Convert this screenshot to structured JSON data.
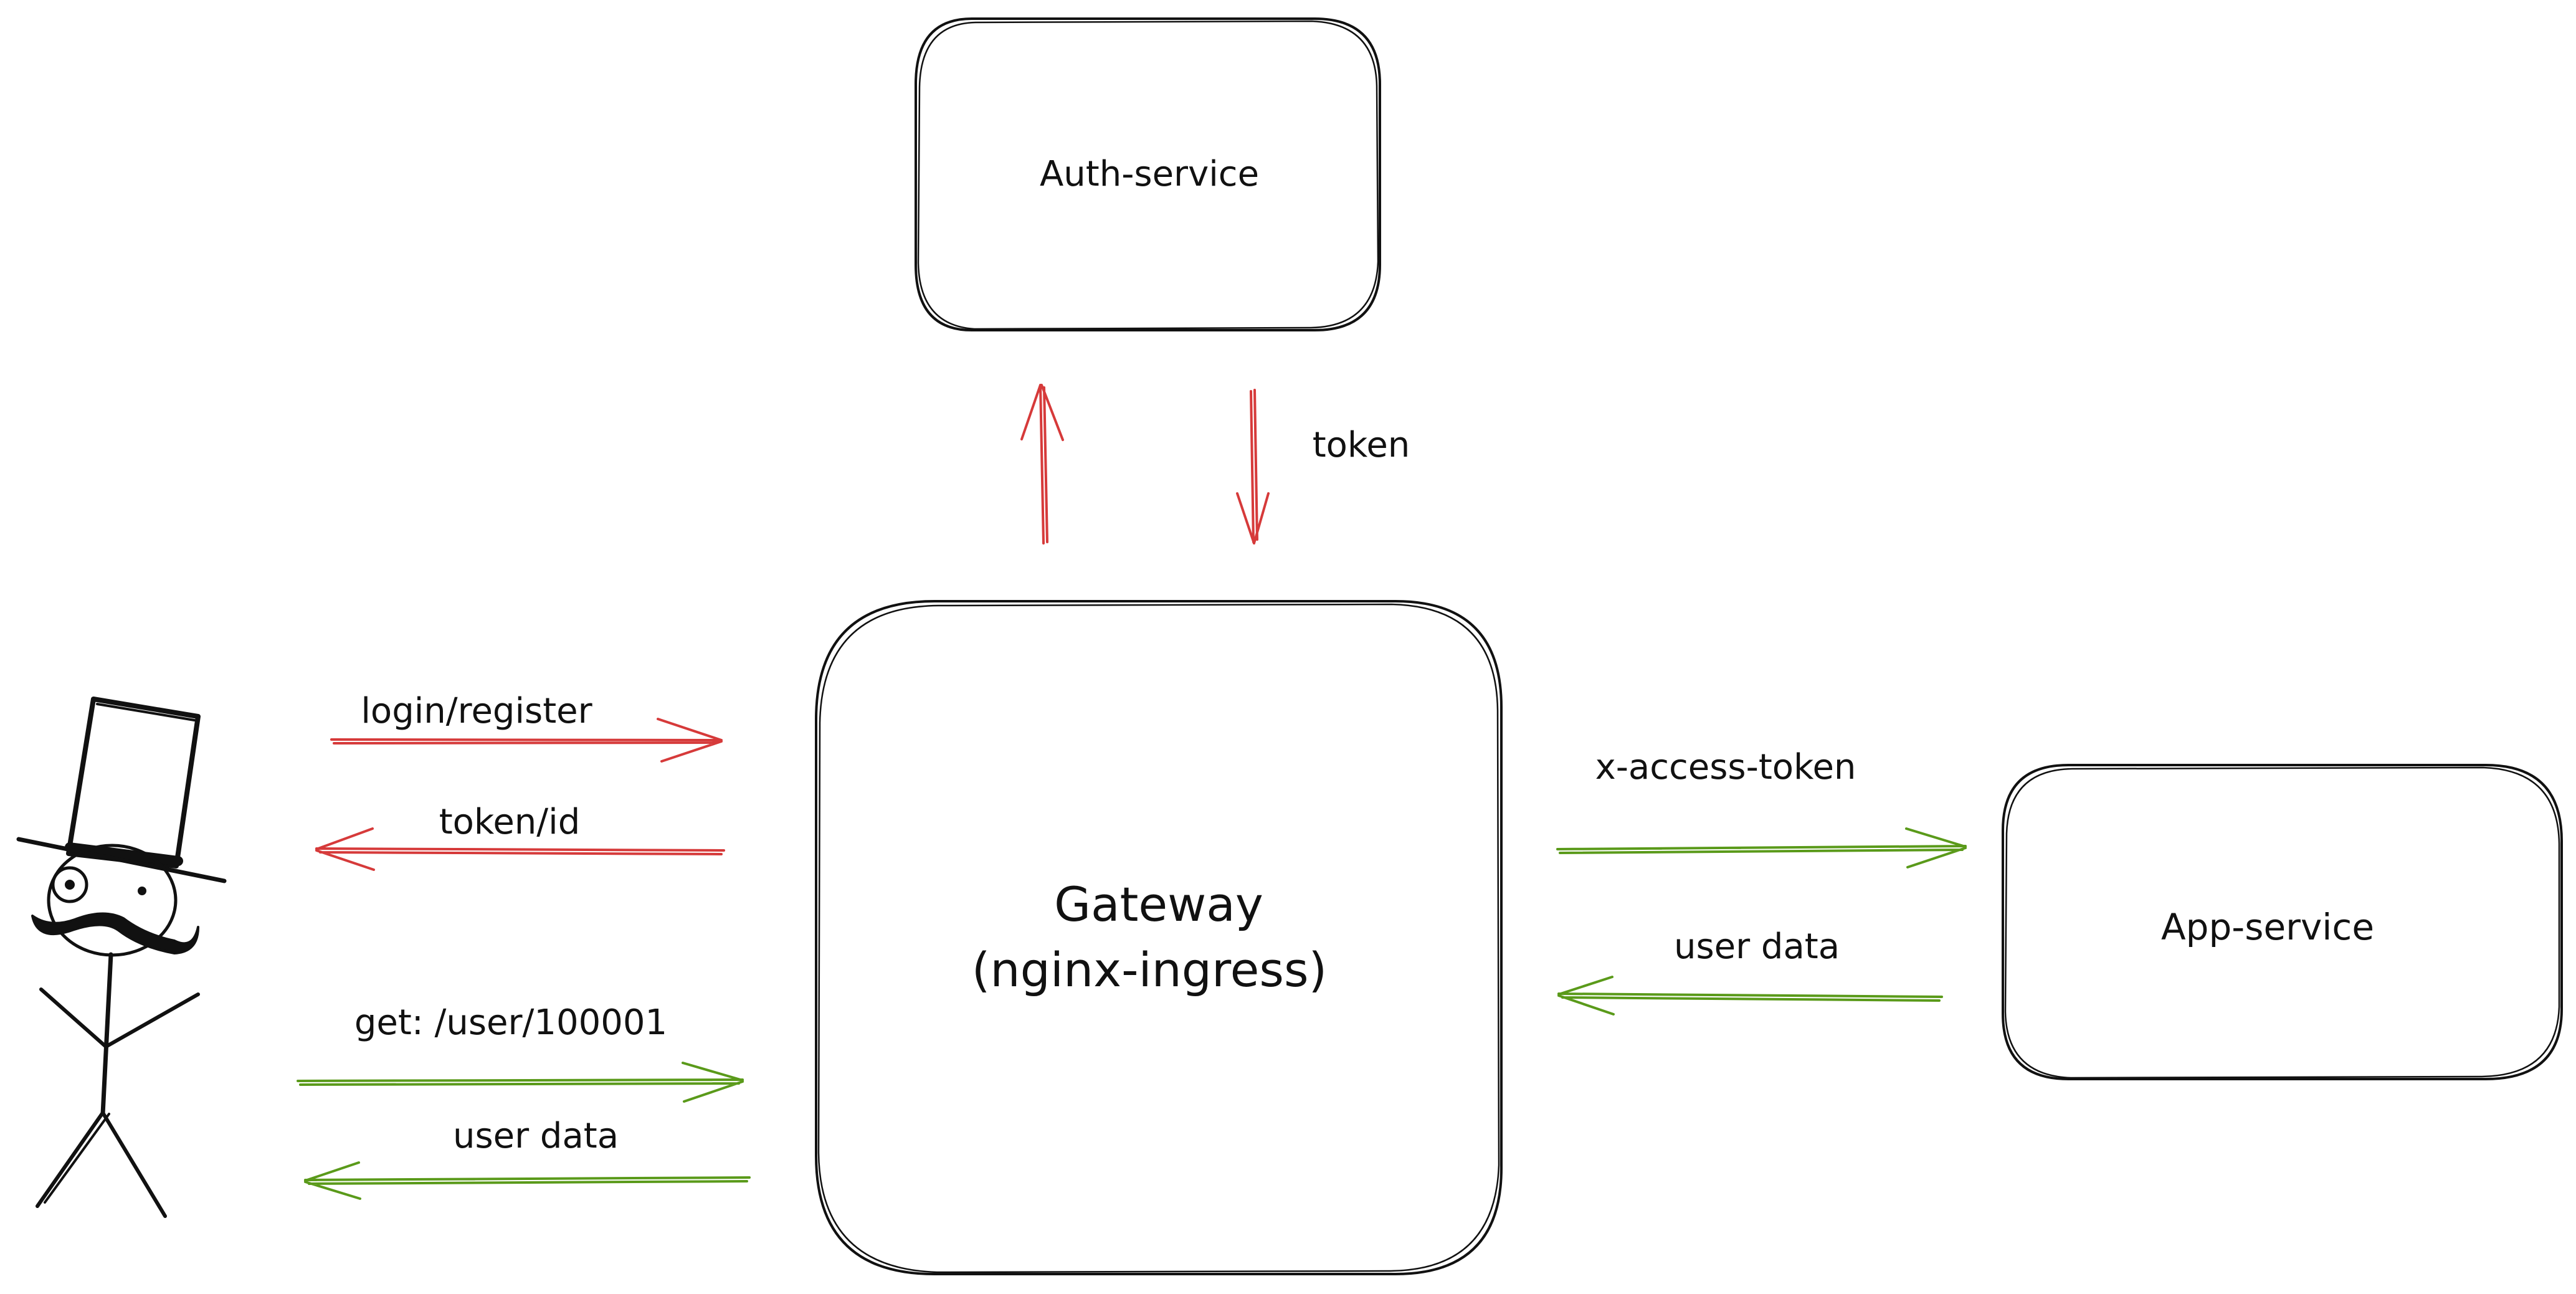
{
  "nodes": {
    "auth": {
      "label": "Auth-service"
    },
    "gateway": {
      "line1": "Gateway",
      "line2": "(nginx-ingress)"
    },
    "app": {
      "label": "App-service"
    }
  },
  "edges": {
    "login": {
      "label": "login/register",
      "color": "#d63a3a"
    },
    "token_id": {
      "label": "token/id",
      "color": "#d63a3a"
    },
    "get_user": {
      "label": "get: /user/100001",
      "color": "#5a9a1a"
    },
    "user_data_left": {
      "label": "user data",
      "color": "#5a9a1a"
    },
    "to_auth": {
      "color": "#d63a3a"
    },
    "from_auth": {
      "label": "token",
      "color": "#d63a3a"
    },
    "x_access": {
      "label": "x-access-token",
      "color": "#5a9a1a"
    },
    "user_data_right": {
      "label": "user data",
      "color": "#5a9a1a"
    }
  },
  "colors": {
    "stroke": "#111111",
    "request_red": "#d63a3a",
    "response_green": "#5a9a1a"
  }
}
